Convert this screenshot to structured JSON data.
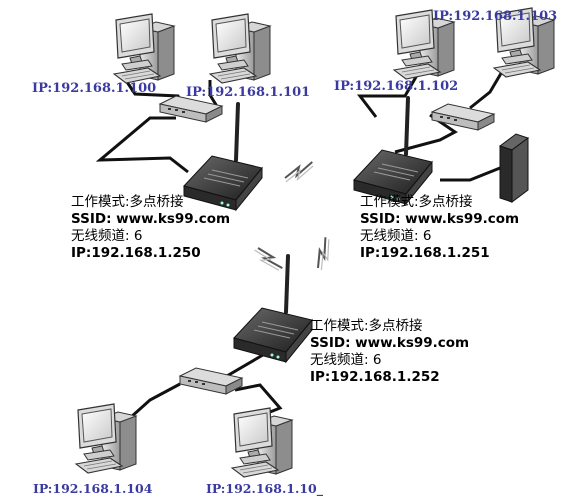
{
  "computers": [
    {
      "ip": "IP:192.168.1.100"
    },
    {
      "ip": "IP:192.168.1.101"
    },
    {
      "ip": "IP:192.168.1.102"
    },
    {
      "ip": "IP:192.168.1.103"
    },
    {
      "ip": "IP:192.168.1.104"
    },
    {
      "ip": "IP:192.168.1.10_"
    }
  ],
  "routers": [
    {
      "mode": "工作模式:多点桥接",
      "ssid": "SSID: www.ks99.com",
      "channel": "无线频道: 6",
      "ip": "IP:192.168.1.250"
    },
    {
      "mode": "工作模式:多点桥接",
      "ssid": "SSID: www.ks99.com",
      "channel": "无线频道: 6",
      "ip": "IP:192.168.1.251"
    },
    {
      "mode": "工作模式:多点桥接",
      "ssid": "SSID: www.ks99.com",
      "channel": "无线频道: 6",
      "ip": "IP:192.168.1.252"
    }
  ],
  "icons": {
    "computer": "desktop-computer-icon",
    "switch": "network-switch-icon",
    "router": "wireless-router-icon",
    "server": "tower-server-icon",
    "wireless": "wireless-link-icon"
  }
}
